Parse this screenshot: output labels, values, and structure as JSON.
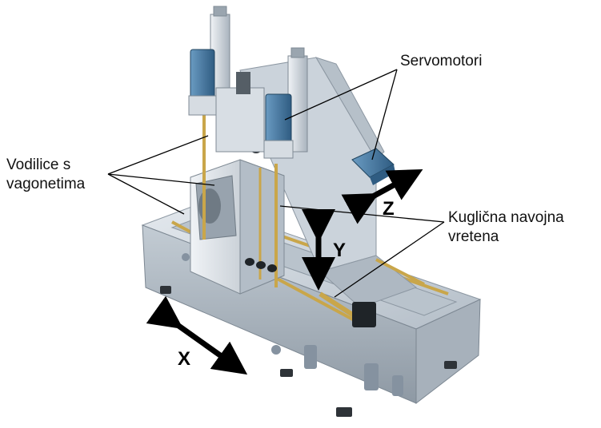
{
  "callouts": {
    "servomotors": "Servomotori",
    "guides_line1": "Vodilice s",
    "guides_line2": "vagonetima",
    "ballscrews_line1": "Kuglična navojna",
    "ballscrews_line2": "vretena"
  },
  "axes": {
    "x": "X",
    "y": "Y",
    "z": "Z"
  },
  "colors": {
    "frame": "#cfd6dd",
    "frame_dark": "#9aa5af",
    "frame_shadow": "#7f8a94",
    "motor": "#4a7fa8",
    "rail": "#c9a64a",
    "arrow": "#000000",
    "leader": "#000000"
  }
}
